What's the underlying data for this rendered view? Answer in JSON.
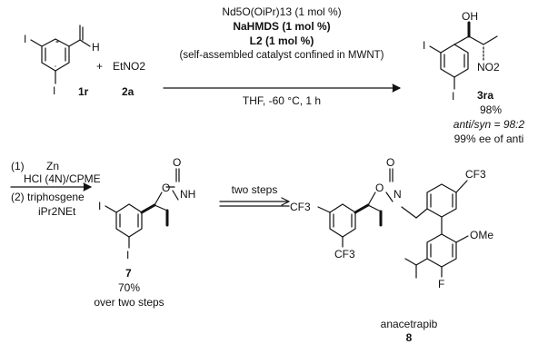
{
  "reaction1": {
    "reagent_lines": [
      "Nd5O(OiPr)13 (1 mol %)",
      "NaHMDS (1 mol %)",
      "L2 (1 mol %)",
      "(self-assembled catalyst confined in MWNT)"
    ],
    "conditions": "THF, -60 °C, 1 h",
    "plus": "+",
    "reagent_2a": "EtNO2",
    "aldehyde_atoms": {
      "iodo_top": "I",
      "iodo_bottom": "I",
      "H": "H"
    },
    "product_atoms": {
      "OH": "OH",
      "NO2": "NO2",
      "iodo_top": "I",
      "iodo_bottom": "I"
    }
  },
  "compounds": {
    "c1r": "1r",
    "c2a": "2a",
    "c3ra": "3ra",
    "c7": "7",
    "c8": "8"
  },
  "result_3ra": {
    "yield": "98%",
    "dr": "anti/syn = 98:2",
    "ee": "99% ee of anti"
  },
  "reaction2": {
    "step1_num": "(1)",
    "step1_reagent": "Zn",
    "step1_cond": "HCl (4N)/CPME",
    "step2_num": "(2)",
    "step2_reagent": "triphosgene",
    "step2_base": "iPr2NEt"
  },
  "compound7": {
    "yield": "70%",
    "note": "over two steps",
    "atoms": {
      "O_carbonyl": "O",
      "O_ring": "O",
      "NH": "NH",
      "iodo_top": "I",
      "iodo_bottom": "I"
    }
  },
  "reaction3": {
    "label": "two steps"
  },
  "anacetrapib": {
    "name": "anacetrapib",
    "atoms": {
      "O_carbonyl": "O",
      "O_ring": "O",
      "N": "N",
      "CF3_a": "CF3",
      "CF3_b": "CF3",
      "CF3_c": "CF3",
      "OMe": "OMe",
      "F": "F"
    }
  }
}
